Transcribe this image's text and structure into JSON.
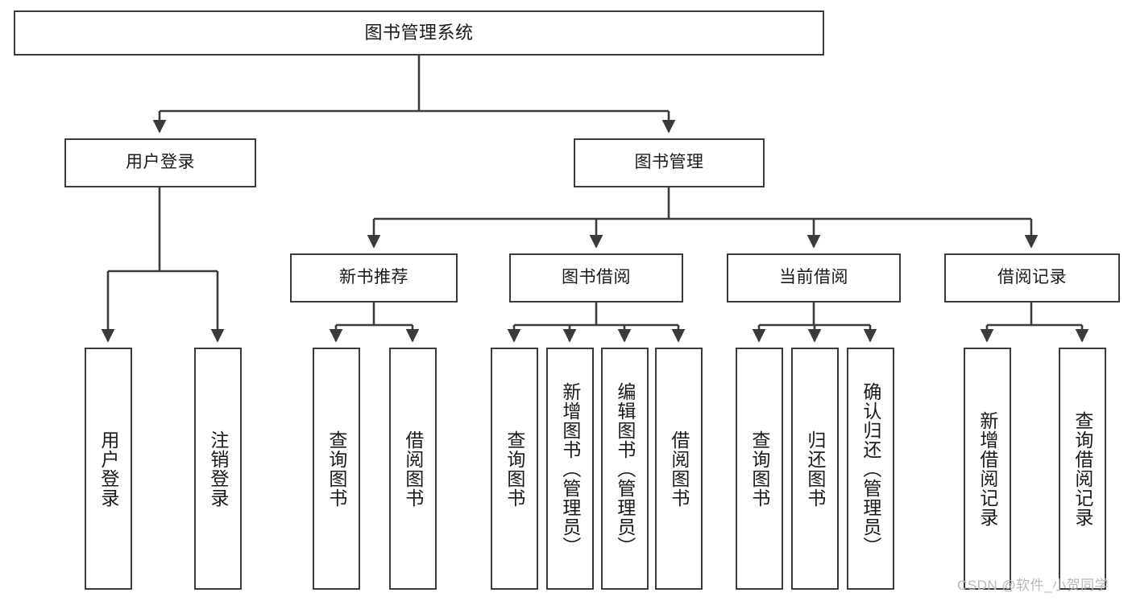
{
  "diagram": {
    "type": "tree-hierarchy",
    "title": "图书管理系统",
    "orientation": "top-down",
    "colors": {
      "box_border": "#3b3b3b",
      "box_fill": "#ffffff",
      "connector": "#3b3b3b",
      "text": "#1a1a1a",
      "watermark": "#b9b9b9",
      "background": "#ffffff"
    },
    "nodes": {
      "root": {
        "label": "图书管理系统"
      },
      "level1": [
        {
          "id": "user-login",
          "label": "用户登录"
        },
        {
          "id": "book-manage",
          "label": "图书管理"
        }
      ],
      "level2": [
        {
          "id": "new-book-recommend",
          "label": "新书推荐"
        },
        {
          "id": "book-borrow",
          "label": "图书借阅"
        },
        {
          "id": "current-borrow",
          "label": "当前借阅"
        },
        {
          "id": "borrow-record",
          "label": "借阅记录"
        }
      ],
      "leaves": {
        "user-login": [
          {
            "id": "leaf-user-login",
            "label": "用户登录"
          },
          {
            "id": "leaf-logout",
            "label": "注销登录"
          }
        ],
        "new-book-recommend": [
          {
            "id": "leaf-query-book-1",
            "label": "查询图书"
          },
          {
            "id": "leaf-borrow-book-1",
            "label": "借阅图书"
          }
        ],
        "book-borrow": [
          {
            "id": "leaf-query-book-2",
            "label": "查询图书"
          },
          {
            "id": "leaf-add-book",
            "label": "新增图书（管理员）"
          },
          {
            "id": "leaf-edit-book",
            "label": "编辑图书（管理员）"
          },
          {
            "id": "leaf-borrow-book-2",
            "label": "借阅图书"
          }
        ],
        "current-borrow": [
          {
            "id": "leaf-query-book-3",
            "label": "查询图书"
          },
          {
            "id": "leaf-return-book",
            "label": "归还图书"
          },
          {
            "id": "leaf-confirm-return",
            "label": "确认归还（管理员）"
          }
        ],
        "borrow-record": [
          {
            "id": "leaf-add-record",
            "label": "新增借阅记录"
          },
          {
            "id": "leaf-query-record",
            "label": "查询借阅记录"
          }
        ]
      }
    }
  },
  "watermark": {
    "text": "CSDN @软件_小贺同学"
  }
}
